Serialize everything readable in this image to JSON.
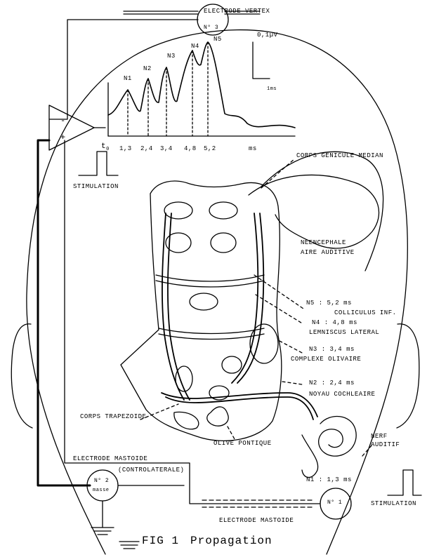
{
  "figure": {
    "caption_fig": "FIG 1",
    "caption_title": "Propagation"
  },
  "electrodes": {
    "vertex_label": "ELECTRODE VERTEX",
    "vertex_marker": "N° 3",
    "mastoid_left_label": "ELECTRODE MASTOIDE",
    "mastoid_left_sub": "(CONTROLATERALE)",
    "mastoid_left_marker": "N° 2",
    "mastoid_left_sub_marker": "masse",
    "mastoid_right_label": "ELECTRODE MASTOIDE",
    "mastoid_right_marker": "N° 1"
  },
  "amplifier": {
    "minus_sign": "-",
    "plus_sign": "+"
  },
  "stimulation": {
    "left_label": "STIMULATION",
    "right_label": "STIMULATION"
  },
  "waveform": {
    "peaks": [
      "N1",
      "N2",
      "N3",
      "N4",
      "N5"
    ],
    "latency_ticks": [
      "1,3",
      "2,4",
      "3,4",
      "4,8",
      "5,2"
    ],
    "origin_label": "t",
    "origin_subscript": "0",
    "time_unit": "ms",
    "amplitude_scale": "0,1µV",
    "time_scale": "1ms"
  },
  "anatomy": {
    "corps_genicule": "CORPS GENICULE MEDIAN",
    "neencephale_line1": "NEENCEPHALE",
    "neencephale_line2": "AIRE AUDITIVE",
    "n5_label": "N5 :   5,2 ms",
    "colliculus": "COLLICULUS INF.",
    "n4_label": "N4 : 4,8 ms",
    "lemniscus": "LEMNISCUS LATERAL",
    "n3_label": "N3 : 3,4 ms",
    "complexe_olivaire": "COMPLEXE OLIVAIRE",
    "n2_label": "N2 : 2,4 ms",
    "noyau_cochleaire": "NOYAU COCHLEAIRE",
    "corps_trapezoide": "CORPS TRAPEZOIDE",
    "olive_pontique": "OLIVE PONTIQUE",
    "nerf_line1": "NERF",
    "nerf_line2": "AUDITIF",
    "n1_label": "N1 : 1,3 ms"
  }
}
